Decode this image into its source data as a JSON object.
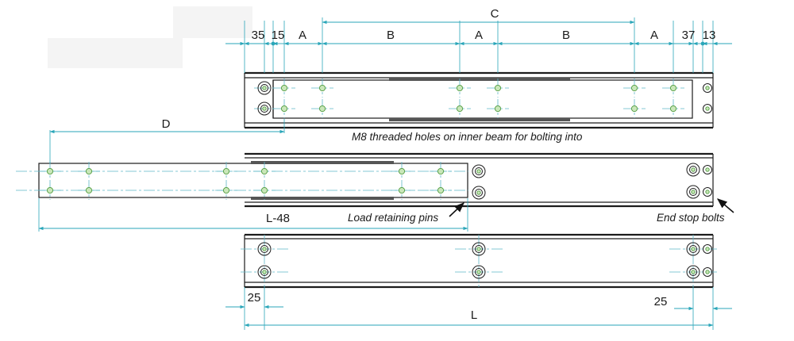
{
  "labels": {
    "d35": "35",
    "d15": "15",
    "a": "A",
    "b": "B",
    "c": "C",
    "d37": "37",
    "d13": "13",
    "d": "D",
    "l48": "L-48",
    "d25": "25",
    "l": "L"
  },
  "notes": {
    "m8": "M8 threaded holes on inner beam for bolting into",
    "pins": "Load retaining pins",
    "endstop": "End stop bolts"
  },
  "colors": {
    "dimension_line": "#2aa6b9",
    "center_line": "#5fb8c8",
    "threaded_hole_fill": "#c9e7b9",
    "threaded_hole_stroke": "#4f9a3f",
    "outline": "#1c1c1c"
  }
}
